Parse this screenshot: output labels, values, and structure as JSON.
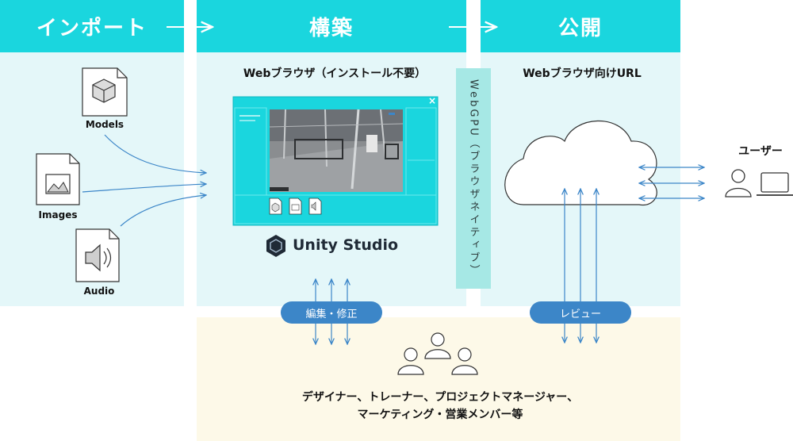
{
  "columns": {
    "import": {
      "title": "インポート"
    },
    "build": {
      "title": "構築"
    },
    "publish": {
      "title": "公開"
    }
  },
  "import": {
    "items": [
      {
        "label": "Models",
        "icon": "cube-file-icon"
      },
      {
        "label": "Images",
        "icon": "image-file-icon"
      },
      {
        "label": "Audio",
        "icon": "audio-file-icon"
      }
    ]
  },
  "build": {
    "subtitle": "Webブラウザ（インストール不要）",
    "close_glyph": "×",
    "logo_text": "Unity Studio",
    "edit_pill": "編集・修正"
  },
  "webgpu": {
    "label": "WebGPU（ブラウザネイティブ）"
  },
  "publish": {
    "subtitle": "Webブラウザ向けURL",
    "review_pill": "レビュー"
  },
  "users": {
    "label": "ユーザー"
  },
  "bottom": {
    "line1": "デザイナー、トレーナー、プロジェクトマネージャー、",
    "line2": "マーケティング・営業メンバー等"
  },
  "colors": {
    "header": "#1ad6de",
    "column_bg": "#e4f7f9",
    "bottom_bg": "#fdf9e8",
    "arrow": "#3c86c8",
    "pill": "#3c86c8"
  }
}
